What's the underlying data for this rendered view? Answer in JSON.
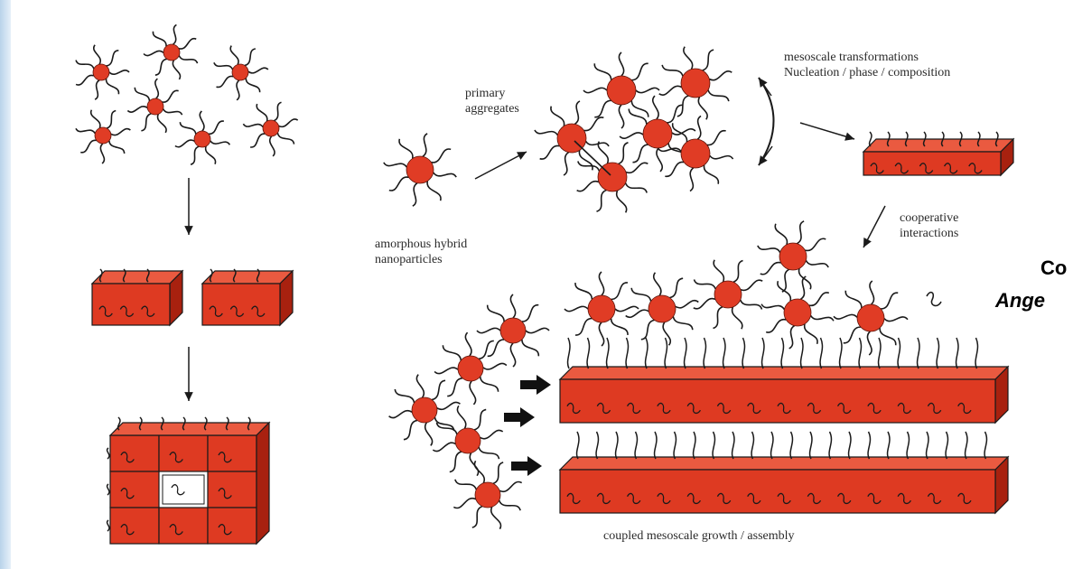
{
  "diagram": {
    "labels": {
      "primary_aggregates": [
        "primary",
        "aggregates"
      ],
      "mesoscale_transformations": [
        "mesoscale transformations",
        "Nucleation / phase / composition"
      ],
      "amorphous_hybrid": [
        "amorphous hybrid",
        "nanoparticles"
      ],
      "cooperative_interactions": [
        "cooperative",
        "interactions"
      ],
      "coupled_growth": "coupled mesoscale growth / assembly"
    },
    "side_text": [
      "Co",
      "Ange"
    ],
    "colors": {
      "particle": "#e03c25",
      "block_front": "#de3a22",
      "block_top": "#ea5a40",
      "block_side": "#a8210f",
      "outline": "#1a1a1a",
      "background": "#ffffff",
      "left_strip": "#cfe0f0"
    }
  }
}
